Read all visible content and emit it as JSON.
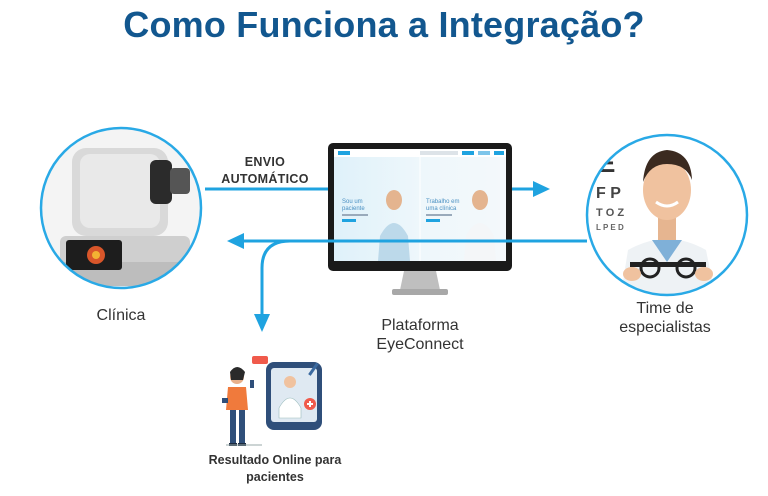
{
  "title": "Como Funciona a Integração?",
  "arrow_label_line1": "ENVIO",
  "arrow_label_line2": "AUTOMÁTICO",
  "clinic_label": "Clínica",
  "platform_label_line1": "Plataforma",
  "platform_label_line2": "EyeConnect",
  "specialists_label_line1": "Time de",
  "specialists_label_line2": "especialistas",
  "result_label_line1": "Resultado Online para",
  "result_label_line2": "pacientes",
  "screen": {
    "left_text_line1": "Sou um",
    "left_text_line2": "paciente",
    "right_text_line1": "Trabalho em",
    "right_text_line2": "uma clínica"
  },
  "colors": {
    "title": "#12578f",
    "arrow": "#1fa3e0",
    "circle_border": "#29a9e6"
  }
}
